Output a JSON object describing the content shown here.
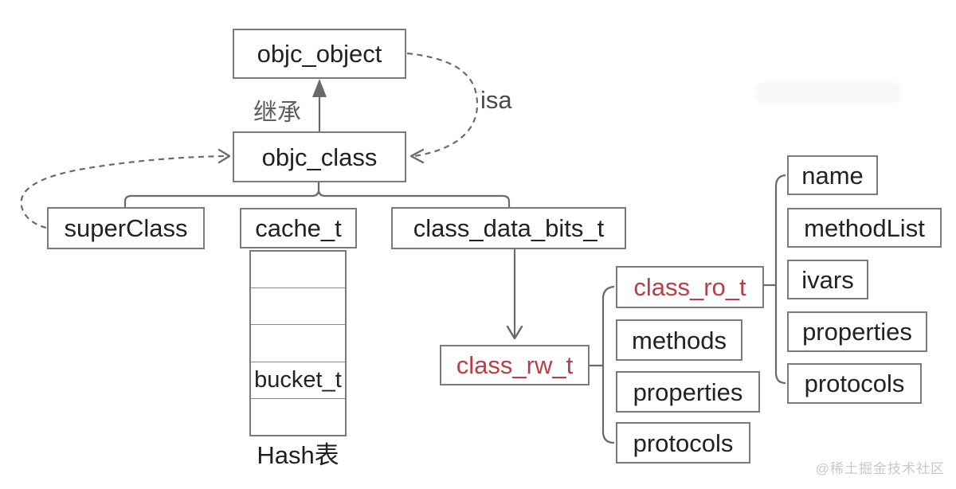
{
  "diagram": {
    "nodes": {
      "objc_object": "objc_object",
      "objc_class": "objc_class",
      "superclass": "superClass",
      "cache_t": "cache_t",
      "class_data_bits_t": "class_data_bits_t",
      "class_rw_t": "class_rw_t",
      "class_ro_t": "class_ro_t",
      "rw_methods": "methods",
      "rw_properties": "properties",
      "rw_protocols": "protocols",
      "ro_name": "name",
      "ro_methodlist": "methodList",
      "ro_ivars": "ivars",
      "ro_properties": "properties",
      "ro_protocols": "protocols"
    },
    "table": {
      "rows": [
        "",
        "",
        "",
        "bucket_t",
        ""
      ],
      "caption": "Hash表"
    },
    "labels": {
      "inherit": "继承",
      "isa": "isa"
    },
    "edges": [
      {
        "from": "objc_class",
        "to": "objc_object",
        "label": "继承",
        "style": "solid-arrow"
      },
      {
        "from": "objc_object",
        "to": "objc_class",
        "label": "isa",
        "style": "dashed-arrow"
      },
      {
        "from": "superClass",
        "to": "objc_class",
        "style": "dashed-arrow"
      },
      {
        "from": "objc_class",
        "to": "superClass",
        "style": "tree"
      },
      {
        "from": "objc_class",
        "to": "class_data_bits_t",
        "style": "tree"
      },
      {
        "from": "class_data_bits_t",
        "to": "class_rw_t",
        "style": "solid-arrow"
      },
      {
        "from": "class_rw_t",
        "to": [
          "class_ro_t",
          "methods",
          "properties",
          "protocols"
        ],
        "style": "bracket"
      },
      {
        "from": "class_ro_t",
        "to": [
          "name",
          "methodList",
          "ivars",
          "properties",
          "protocols"
        ],
        "style": "bracket"
      }
    ],
    "watermark": "@稀土掘金技术社区",
    "colors": {
      "box_border": "#7b7b7b",
      "line": "#6a6a6a",
      "text": "#222222",
      "red_text": "#bd3d47",
      "inherit_label": "#5f5f5f",
      "isa_label": "#4a4a4a",
      "hash_label": "#1f1f1f",
      "watermark": "#c9c9c9",
      "smudge": "#f8f8f8"
    }
  }
}
